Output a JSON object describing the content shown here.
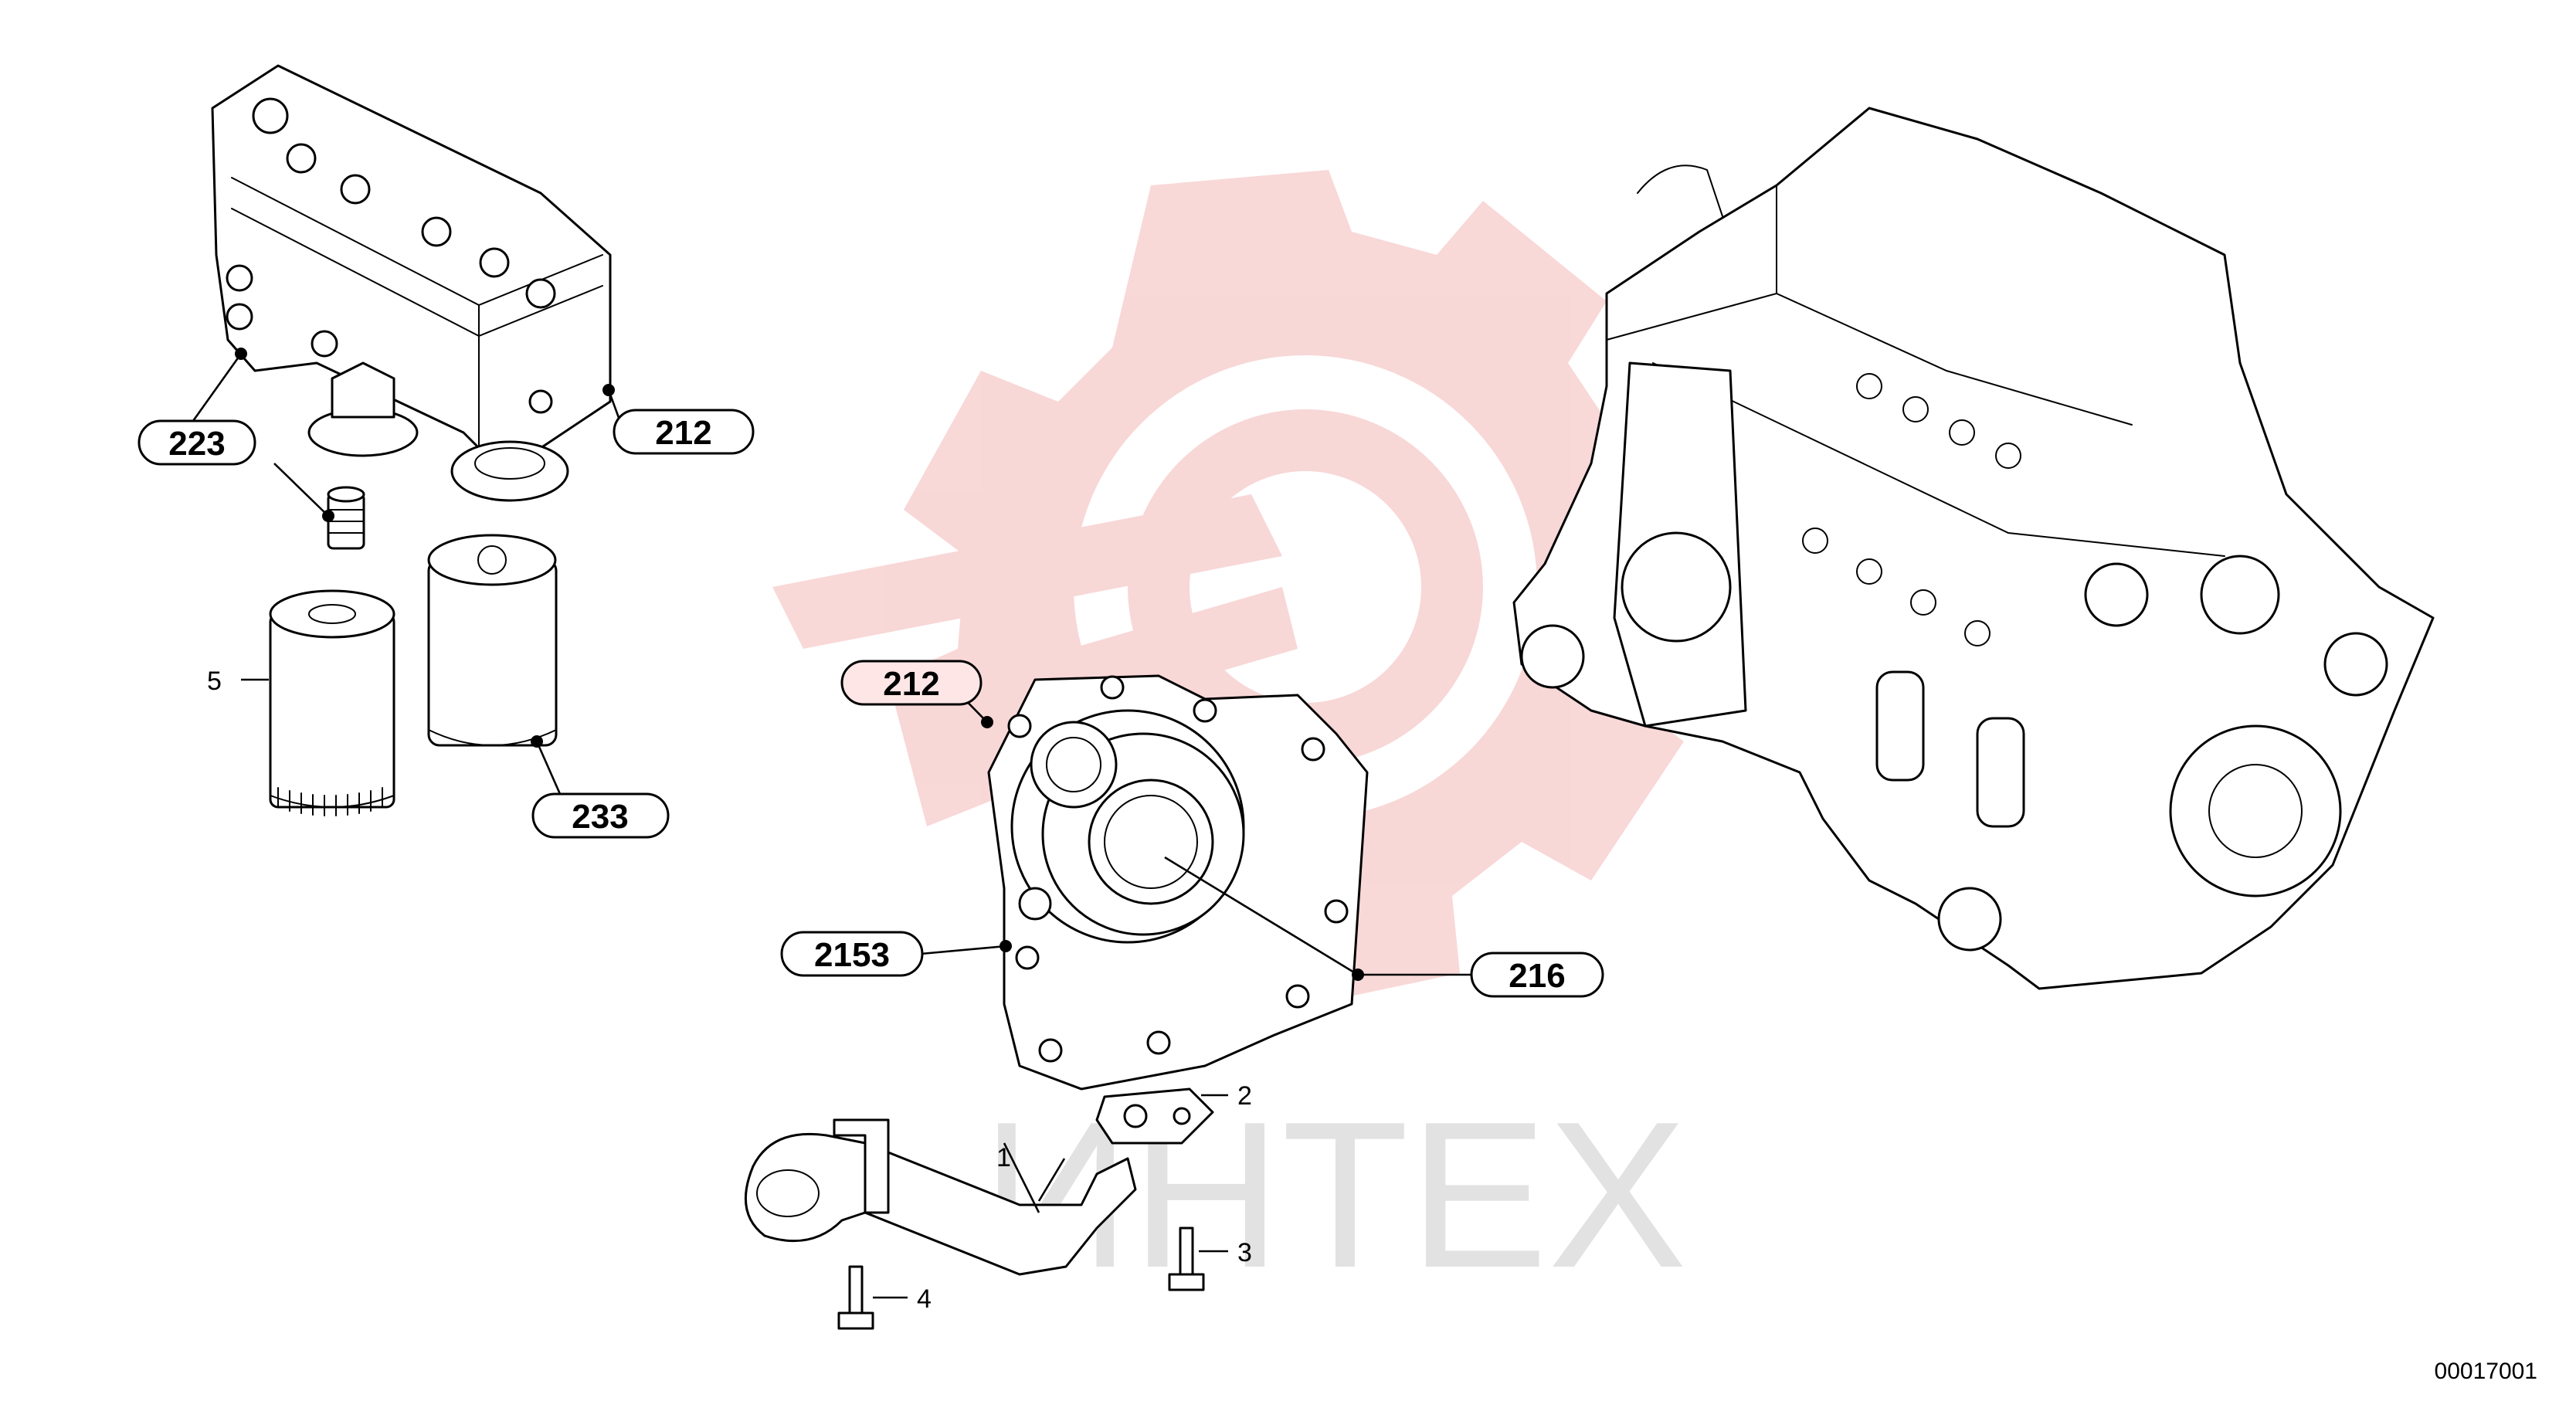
{
  "watermark": {
    "text": "ИНТЕХ",
    "logo": "gear-wrench-logo",
    "color": "#f5c6c6"
  },
  "callouts": [
    {
      "id": "223",
      "label": "223"
    },
    {
      "id": "212a",
      "label": "212"
    },
    {
      "id": "233",
      "label": "233"
    },
    {
      "id": "212b",
      "label": "212"
    },
    {
      "id": "2153",
      "label": "2153"
    },
    {
      "id": "216",
      "label": "216"
    }
  ],
  "plain_labels": [
    {
      "id": "5",
      "label": "5"
    },
    {
      "id": "1",
      "label": "1"
    },
    {
      "id": "2",
      "label": "2"
    },
    {
      "id": "3",
      "label": "3"
    },
    {
      "id": "4",
      "label": "4"
    }
  ],
  "document_number": "00017001",
  "icons": [
    "oil-cooler-housing-icon",
    "oil-filter-icon",
    "flywheel-housing-icon",
    "oil-suction-pipe-icon",
    "engine-assembly-icon"
  ]
}
